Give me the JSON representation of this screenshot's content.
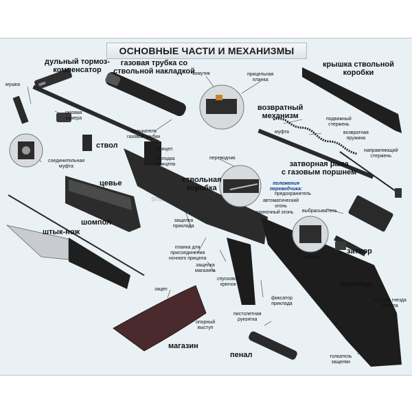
{
  "title": "ОСНОВНЫЕ ЧАСТИ И МЕХАНИЗМЫ",
  "watermark": "sntorg-ekb.ru",
  "labels": {
    "muzzle_brake": "дульный тормоз-\nкомпенсатор",
    "front_sight": "мушка",
    "gas_chamber": "газовая\nкамера",
    "connecting_sleeve": "соединительная\nмуфта",
    "gas_tube": "газовая трубка со\nствольной накладкой",
    "clamp": "хомутик",
    "gas_tube_lock": "замыкатель\nгазовой трубки",
    "rear_sight_bar": "прицельная\nпланка",
    "receiver_cover": "крышка ствольной\nкоробки",
    "return_mechanism": "возвратный\nмеханизм",
    "movable_rod": "подвижный\nстержень",
    "return_spring": "возвратная\nпружина",
    "coupling": "муфта",
    "guide_rod": "направляющий\nстержень",
    "barrel": "ствол",
    "sight": "прицел",
    "sight_block": "колодка\nприцела",
    "selector": "переводчик",
    "bolt_carrier": "затворная рама\nс газовым поршнем",
    "forend": "цевье",
    "receiver": "ствольная\nкоробка",
    "selector_positions": "положения\nпереводчика:",
    "safety": "предохранитель",
    "auto_fire": "автоматический\nогонь",
    "single_fire": "одиночный огонь",
    "cleaning_rod": "шомпол",
    "sight_latch": "защелка\nприклада",
    "ejector": "выбрасыватель",
    "bayonet": "штык-нож",
    "night_sight_bar": "планка для\nприсоединения\nночного прицела",
    "striker": "ударник",
    "bolt": "затвор",
    "magazine_latch": "защелка\nмагазина",
    "trigger": "спусковой\nкрючок",
    "stock": "приклад",
    "latch": "зацеп",
    "stock_lock": "фиксатор\nприклада",
    "grip": "пистолетная\nрукоятка",
    "support_ledge": "опорный\nвыступ",
    "pencil_case_nest_cover": "крышка гнезда\nпенала",
    "magazine": "магазин",
    "pencil_case": "пенал",
    "latch_pusher": "толкатель\nзащелки"
  },
  "colors": {
    "background": "#e9f1f5",
    "metal_dark": "#2a2a2a",
    "magazine": "#4a2a2c",
    "label_italic": "#0b3a86"
  }
}
